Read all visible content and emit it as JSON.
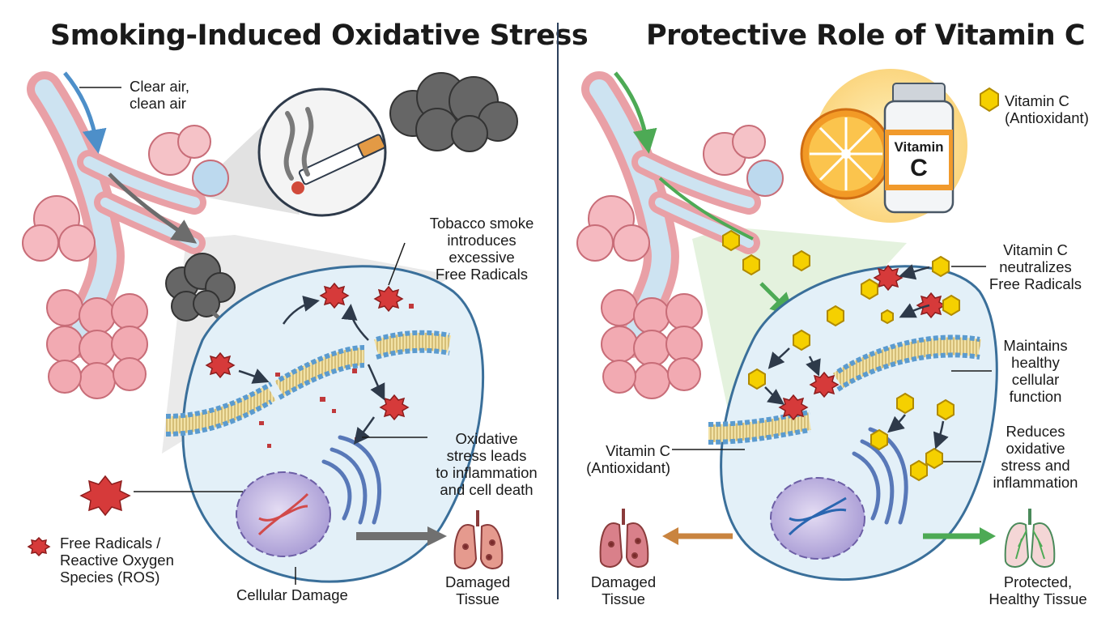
{
  "left_panel": {
    "title": "Smoking-Induced Oxidative Stress",
    "clear_air": [
      "Clear air,",
      "clean air"
    ],
    "smoke_intro": [
      "Tobacco smoke",
      "introduces",
      "excessive",
      "Free Radicals"
    ],
    "oxidative_result": [
      "Oxidative",
      "stress leads",
      "to inflammation",
      "and cell death"
    ],
    "legend_label": [
      "Free Radicals /",
      "Reactive Oxygen",
      "Species (ROS)"
    ],
    "cellular_damage": "Cellular Damage",
    "damaged_tissue": [
      "Damaged",
      "Tissue"
    ]
  },
  "right_panel": {
    "title": "Protective Role of Vitamin C",
    "bottle_label": [
      "Vitamin",
      "C"
    ],
    "legend_label": [
      "Vitamin C",
      "(Antioxidant)"
    ],
    "neutralizes": [
      "Vitamin C",
      "neutralizes",
      "Free Radicals"
    ],
    "maintains": [
      "Maintains",
      "healthy",
      "cellular",
      "function"
    ],
    "reduces": [
      "Reduces",
      "oxidative",
      "stress and",
      "inflammation"
    ],
    "antioxidant_callout": [
      "Vitamin C",
      "(Antioxidant)"
    ],
    "damaged_tissue": [
      "Damaged",
      "Tissue"
    ],
    "protected_tissue": [
      "Protected,",
      "Healthy Tissue"
    ]
  },
  "colors": {
    "free_radical": "#d63a3a",
    "vitamin_c": "#f5d000",
    "cell_fill": "#e3f0f8",
    "cell_outline": "#3a6f9a",
    "lung_tissue": "#f2b3b8",
    "smoke": "#6a6a6a",
    "healthy_arrow": "#4daa55",
    "damage_arrow": "#c9843f",
    "divider": "#2b3f5c"
  }
}
